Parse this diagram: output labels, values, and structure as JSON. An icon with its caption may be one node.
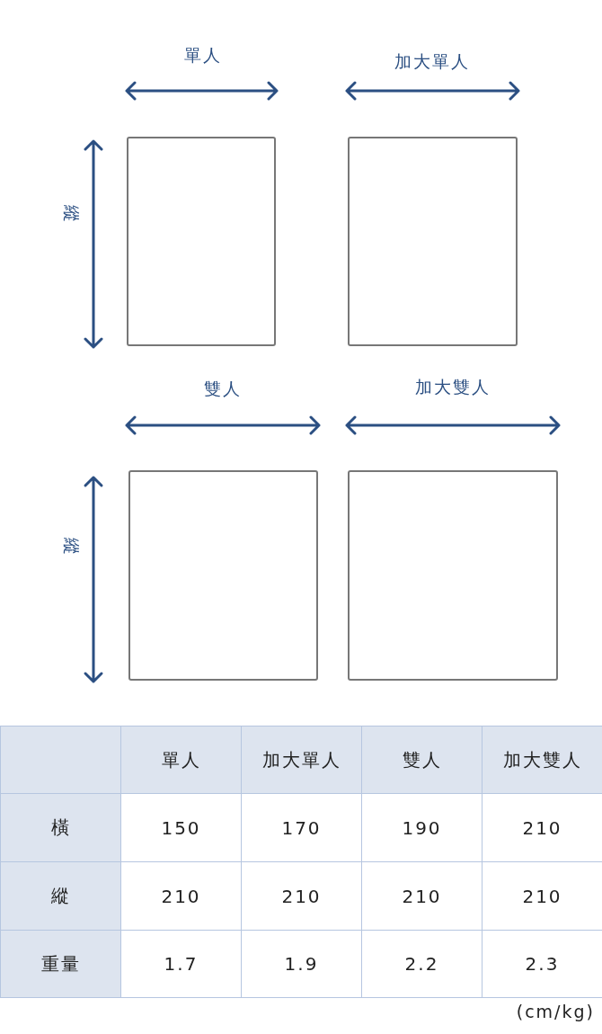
{
  "diagram": {
    "nodes": [
      {
        "text": [],
        "shape": "box"
      },
      {
        "text": [],
        "shape": "box"
      },
      {
        "text": [],
        "shape": "box"
      },
      {
        "text": [],
        "shape": "box"
      }
    ],
    "edges": [],
    "labels": [
      "單人",
      "加大單人",
      "縱",
      "雙人",
      "加大雙人",
      "縱",
      "單人",
      "加大單人",
      "雙人",
      "加大雙人",
      "橫",
      "150",
      "170",
      "190",
      "210",
      "縱",
      "210",
      "210",
      "210",
      "210",
      "重量",
      "1.7",
      "1.9",
      "2.2",
      "2.3",
      "(cm/kg)"
    ]
  }
}
